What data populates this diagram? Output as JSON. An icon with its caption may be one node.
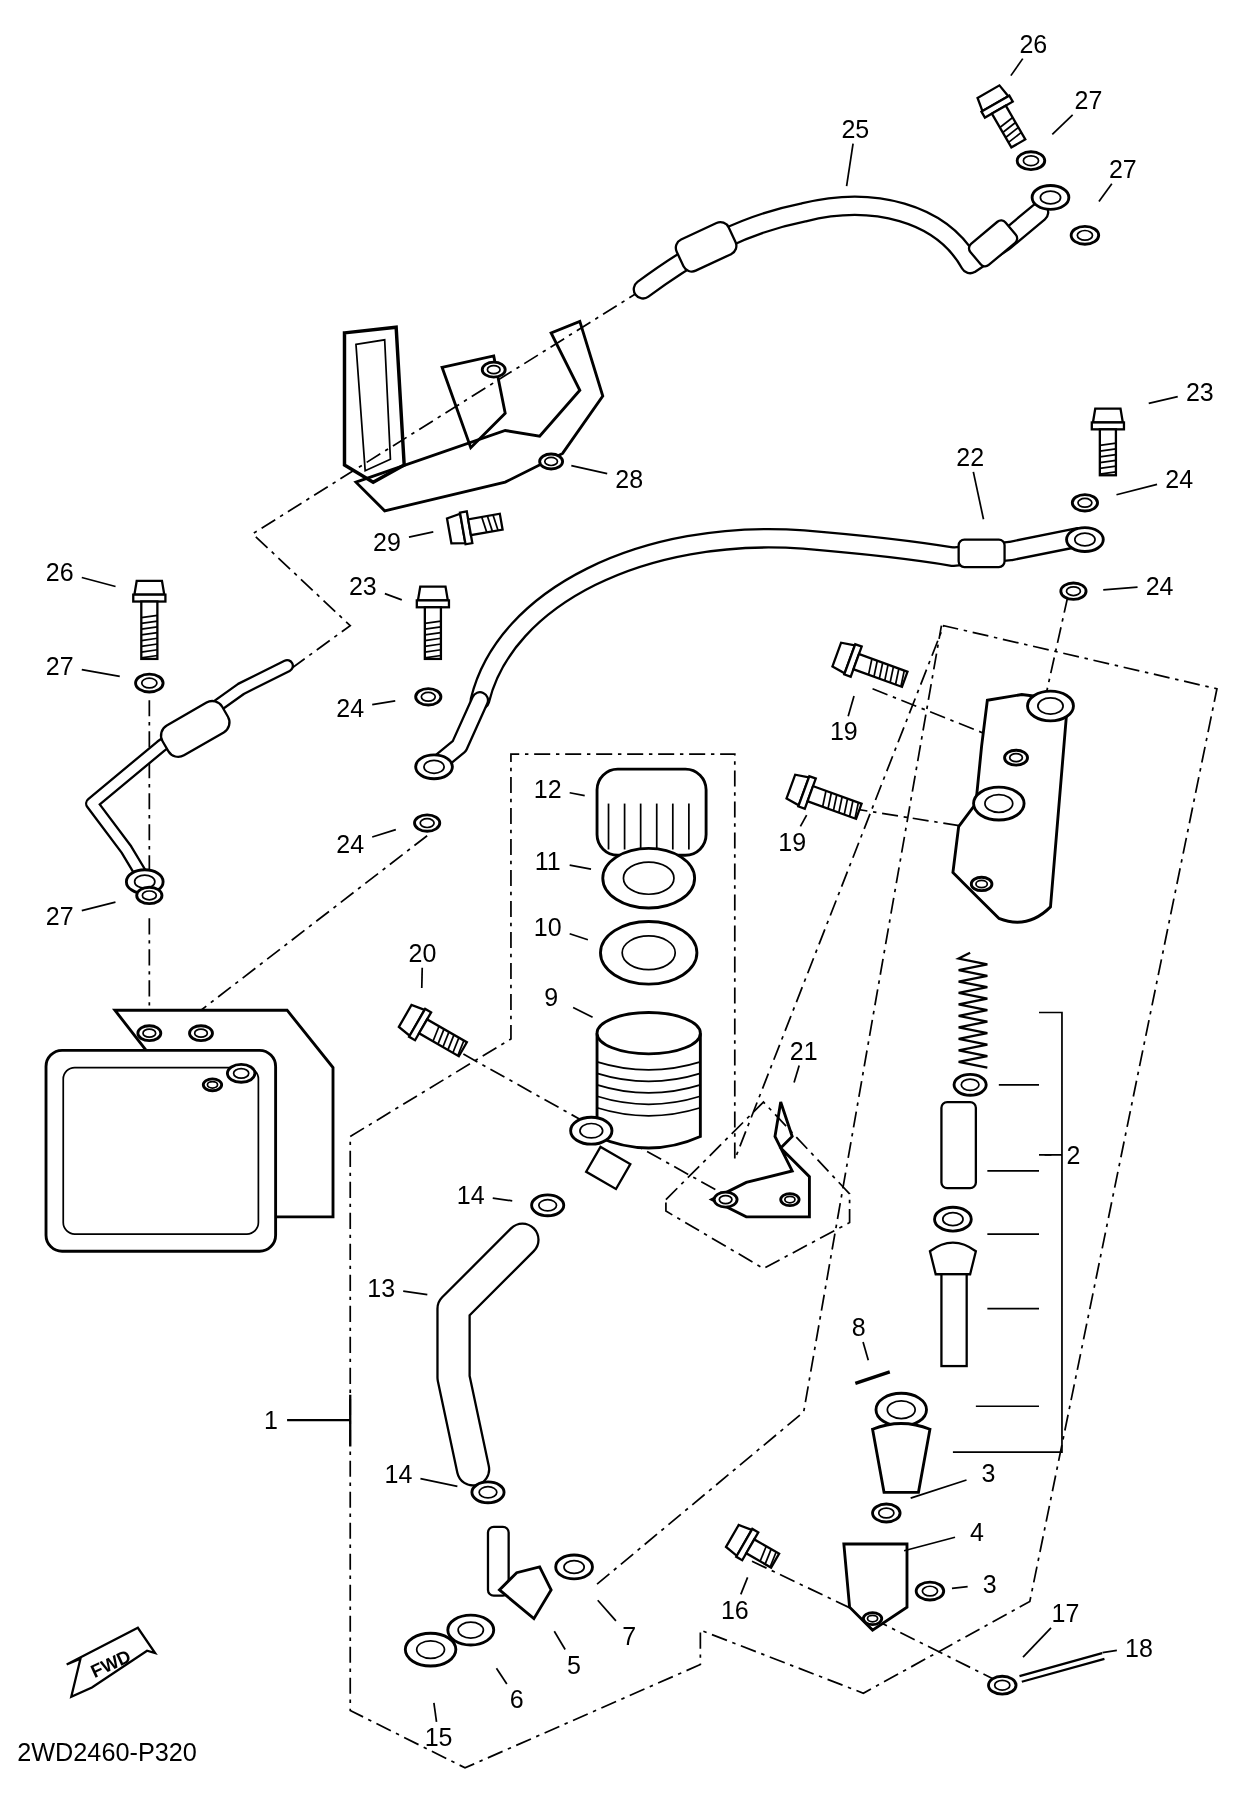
{
  "diagram": {
    "nodes": [
      {
        "text": [
          "25"
        ]
      },
      {
        "text": [
          "26"
        ]
      },
      {
        "text": [
          "27"
        ]
      },
      {
        "text": [
          "27"
        ]
      },
      {
        "text": [
          "28"
        ]
      },
      {
        "text": [
          "29"
        ]
      },
      {
        "text": [
          "23"
        ]
      },
      {
        "text": [
          "22"
        ]
      },
      {
        "text": [
          "24"
        ]
      },
      {
        "text": [
          "24"
        ]
      },
      {
        "text": [
          "26"
        ]
      },
      {
        "text": [
          "27"
        ]
      },
      {
        "text": [
          "23"
        ]
      },
      {
        "text": [
          "24"
        ]
      },
      {
        "text": [
          "19"
        ]
      },
      {
        "text": [
          "24"
        ]
      },
      {
        "text": [
          "27"
        ]
      },
      {
        "text": [
          "12"
        ]
      },
      {
        "text": [
          "11"
        ]
      },
      {
        "text": [
          "10"
        ]
      },
      {
        "text": [
          "19"
        ]
      },
      {
        "text": [
          "20"
        ]
      },
      {
        "text": [
          "9"
        ]
      },
      {
        "text": [
          "21"
        ]
      },
      {
        "text": [
          "2"
        ]
      },
      {
        "text": [
          "14"
        ]
      },
      {
        "text": [
          "13"
        ]
      },
      {
        "text": [
          "8"
        ]
      },
      {
        "text": [
          "1"
        ]
      },
      {
        "text": [
          "14"
        ]
      },
      {
        "text": [
          "3"
        ]
      },
      {
        "text": [
          "4"
        ]
      },
      {
        "text": [
          "3"
        ]
      },
      {
        "text": [
          "16"
        ]
      },
      {
        "text": [
          "17"
        ]
      },
      {
        "text": [
          "18"
        ]
      },
      {
        "text": [
          "7"
        ]
      },
      {
        "text": [
          "5"
        ]
      },
      {
        "text": [
          "6"
        ]
      },
      {
        "text": [
          "15"
        ]
      }
    ],
    "edges": [
      {
        "from": 0,
        "to": null,
        "arrow": "none"
      },
      {
        "from": 1,
        "to": null,
        "arrow": "none"
      },
      {
        "from": 2,
        "to": null,
        "arrow": "none"
      },
      {
        "from": 3,
        "to": null,
        "arrow": "none"
      },
      {
        "from": 4,
        "to": null,
        "arrow": "none"
      },
      {
        "from": 5,
        "to": null,
        "arrow": "none"
      },
      {
        "from": 6,
        "to": null,
        "arrow": "none"
      },
      {
        "from": 7,
        "to": null,
        "arrow": "none"
      },
      {
        "from": 8,
        "to": null,
        "arrow": "none"
      },
      {
        "from": 9,
        "to": null,
        "arrow": "none"
      },
      {
        "from": 10,
        "to": null,
        "arrow": "none"
      },
      {
        "from": 11,
        "to": null,
        "arrow": "none"
      },
      {
        "from": 12,
        "to": null,
        "arrow": "none"
      },
      {
        "from": 13,
        "to": null,
        "arrow": "none"
      },
      {
        "from": 14,
        "to": null,
        "arrow": "none"
      },
      {
        "from": 15,
        "to": null,
        "arrow": "none"
      },
      {
        "from": 16,
        "to": null,
        "arrow": "none"
      },
      {
        "from": 17,
        "to": null,
        "arrow": "none"
      },
      {
        "from": 18,
        "to": null,
        "arrow": "none"
      },
      {
        "from": 19,
        "to": null,
        "arrow": "none"
      },
      {
        "from": 20,
        "to": null,
        "arrow": "none"
      },
      {
        "from": 21,
        "to": null,
        "arrow": "none"
      },
      {
        "from": 22,
        "to": null,
        "arrow": "none"
      },
      {
        "from": 23,
        "to": null,
        "arrow": "none"
      },
      {
        "from": 24,
        "to": null,
        "arrow": "none"
      },
      {
        "from": 25,
        "to": null,
        "arrow": "none"
      },
      {
        "from": 26,
        "to": null,
        "arrow": "none"
      },
      {
        "from": 27,
        "to": null,
        "arrow": "none"
      },
      {
        "from": 28,
        "to": null,
        "arrow": "none"
      },
      {
        "from": 29,
        "to": null,
        "arrow": "none"
      },
      {
        "from": 30,
        "to": null,
        "arrow": "none"
      },
      {
        "from": 31,
        "to": null,
        "arrow": "none"
      },
      {
        "from": 32,
        "to": null,
        "arrow": "none"
      },
      {
        "from": 33,
        "to": null,
        "arrow": "none"
      },
      {
        "from": 34,
        "to": null,
        "arrow": "none"
      },
      {
        "from": 35,
        "to": null,
        "arrow": "none"
      },
      {
        "from": 36,
        "to": null,
        "arrow": "none"
      },
      {
        "from": 37,
        "to": null,
        "arrow": "none"
      },
      {
        "from": 38,
        "to": null,
        "arrow": "none"
      },
      {
        "from": 39,
        "to": null,
        "arrow": "none"
      }
    ],
    "labels": [
      "FWD",
      "2WD2460-P320"
    ]
  }
}
